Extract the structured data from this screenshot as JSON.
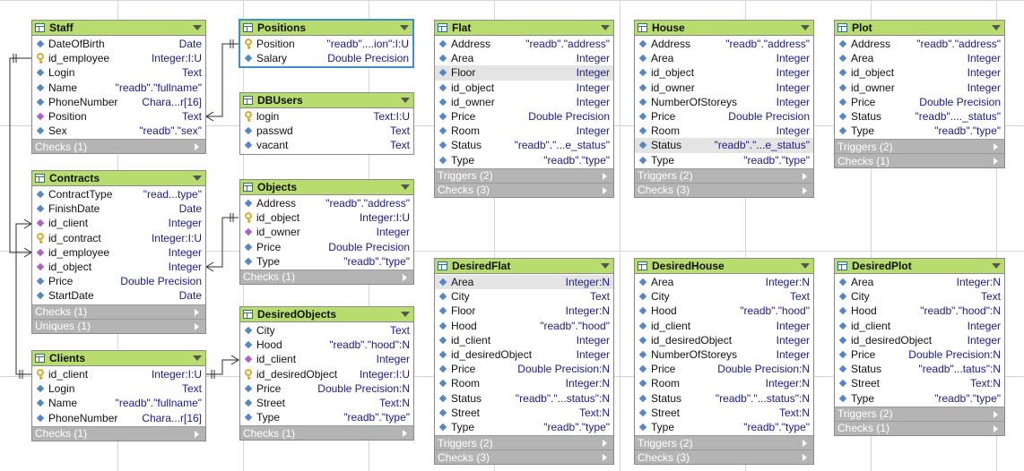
{
  "tables": {
    "staff": {
      "title": "Staff",
      "fields": [
        {
          "icon": "attribute-icon",
          "name": "DateOfBirth",
          "type": "Date"
        },
        {
          "icon": "key-icon",
          "name": "id_employee",
          "type": "Integer:I:U"
        },
        {
          "icon": "attribute-icon",
          "name": "Login",
          "type": "Text"
        },
        {
          "icon": "attribute-icon",
          "name": "Name",
          "type": "\"readb\".\"fullname\""
        },
        {
          "icon": "attribute-icon",
          "name": "PhoneNumber",
          "type": "Chara...r[16]"
        },
        {
          "icon": "foreign-key-icon",
          "name": "Position",
          "type": "Text"
        },
        {
          "icon": "attribute-icon",
          "name": "Sex",
          "type": "\"readb\".\"sex\""
        }
      ],
      "sections": [
        "Checks (1)"
      ]
    },
    "positions": {
      "title": "Positions",
      "fields": [
        {
          "icon": "key-icon",
          "name": "Position",
          "type": "\"readb\"....ion\":I:U"
        },
        {
          "icon": "attribute-icon",
          "name": "Salary",
          "type": "Double Precision"
        }
      ],
      "sections": []
    },
    "dbusers": {
      "title": "DBUsers",
      "fields": [
        {
          "icon": "key-icon",
          "name": "login",
          "type": "Text:I:U"
        },
        {
          "icon": "attribute-icon",
          "name": "passwd",
          "type": "Text"
        },
        {
          "icon": "attribute-icon",
          "name": "vacant",
          "type": "Text"
        }
      ],
      "sections": []
    },
    "contracts": {
      "title": "Contracts",
      "fields": [
        {
          "icon": "attribute-icon",
          "name": "ContractType",
          "type": "\"read...type\""
        },
        {
          "icon": "attribute-icon",
          "name": "FinishDate",
          "type": "Date"
        },
        {
          "icon": "foreign-key-icon",
          "name": "id_client",
          "type": "Integer"
        },
        {
          "icon": "key-icon",
          "name": "id_contract",
          "type": "Integer:I:U"
        },
        {
          "icon": "foreign-key-icon",
          "name": "id_employee",
          "type": "Integer"
        },
        {
          "icon": "foreign-key-icon",
          "name": "id_object",
          "type": "Integer"
        },
        {
          "icon": "attribute-icon",
          "name": "Price",
          "type": "Double Precision"
        },
        {
          "icon": "attribute-icon",
          "name": "StartDate",
          "type": "Date"
        }
      ],
      "sections": [
        "Checks (1)",
        "Uniques (1)"
      ]
    },
    "objects": {
      "title": "Objects",
      "fields": [
        {
          "icon": "attribute-icon",
          "name": "Address",
          "type": "\"readb\".\"address\""
        },
        {
          "icon": "key-icon",
          "name": "id_object",
          "type": "Integer:I:U"
        },
        {
          "icon": "foreign-key-icon",
          "name": "id_owner",
          "type": "Integer"
        },
        {
          "icon": "attribute-icon",
          "name": "Price",
          "type": "Double Precision"
        },
        {
          "icon": "attribute-icon",
          "name": "Type",
          "type": "\"readb\".\"type\""
        }
      ],
      "sections": [
        "Checks (1)"
      ]
    },
    "desiredobjects": {
      "title": "DesiredObjects",
      "fields": [
        {
          "icon": "attribute-icon",
          "name": "City",
          "type": "Text"
        },
        {
          "icon": "attribute-icon",
          "name": "Hood",
          "type": "\"readb\".\"hood\":N"
        },
        {
          "icon": "foreign-key-icon",
          "name": "id_client",
          "type": "Integer"
        },
        {
          "icon": "key-icon",
          "name": "id_desiredObject",
          "type": "Integer:I:U"
        },
        {
          "icon": "attribute-icon",
          "name": "Price",
          "type": "Double Precision:N"
        },
        {
          "icon": "attribute-icon",
          "name": "Street",
          "type": "Text:N"
        },
        {
          "icon": "attribute-icon",
          "name": "Type",
          "type": "\"readb\".\"type\""
        }
      ],
      "sections": [
        "Checks (1)"
      ]
    },
    "clients": {
      "title": "Clients",
      "fields": [
        {
          "icon": "key-icon",
          "name": "id_client",
          "type": "Integer:I:U"
        },
        {
          "icon": "attribute-icon",
          "name": "Login",
          "type": "Text"
        },
        {
          "icon": "attribute-icon",
          "name": "Name",
          "type": "\"readb\".\"fullname\""
        },
        {
          "icon": "attribute-icon",
          "name": "PhoneNumber",
          "type": "Chara...r[16]"
        }
      ],
      "sections": [
        "Checks (1)"
      ]
    },
    "flat": {
      "title": "Flat",
      "fields": [
        {
          "icon": "attribute-icon",
          "name": "Address",
          "type": "\"readb\".\"address\""
        },
        {
          "icon": "attribute-icon",
          "name": "Area",
          "type": "Integer"
        },
        {
          "icon": "attribute-icon",
          "name": "Floor",
          "type": "Integer",
          "hl": true
        },
        {
          "icon": "attribute-icon",
          "name": "id_object",
          "type": "Integer"
        },
        {
          "icon": "attribute-icon",
          "name": "id_owner",
          "type": "Integer"
        },
        {
          "icon": "attribute-icon",
          "name": "Price",
          "type": "Double Precision"
        },
        {
          "icon": "attribute-icon",
          "name": "Room",
          "type": "Integer"
        },
        {
          "icon": "attribute-icon",
          "name": "Status",
          "type": "\"readb\".\"...e_status\""
        },
        {
          "icon": "attribute-icon",
          "name": "Type",
          "type": "\"readb\".\"type\""
        }
      ],
      "sections": [
        "Triggers (2)",
        "Checks (3)"
      ]
    },
    "house": {
      "title": "House",
      "fields": [
        {
          "icon": "attribute-icon",
          "name": "Address",
          "type": "\"readb\".\"address\""
        },
        {
          "icon": "attribute-icon",
          "name": "Area",
          "type": "Integer"
        },
        {
          "icon": "attribute-icon",
          "name": "id_object",
          "type": "Integer"
        },
        {
          "icon": "attribute-icon",
          "name": "id_owner",
          "type": "Integer"
        },
        {
          "icon": "attribute-icon",
          "name": "NumberOfStoreys",
          "type": "Integer"
        },
        {
          "icon": "attribute-icon",
          "name": "Price",
          "type": "Double Precision"
        },
        {
          "icon": "attribute-icon",
          "name": "Room",
          "type": "Integer"
        },
        {
          "icon": "attribute-icon",
          "name": "Status",
          "type": "\"readb\".\"...e_status\"",
          "hl": true
        },
        {
          "icon": "attribute-icon",
          "name": "Type",
          "type": "\"readb\".\"type\""
        }
      ],
      "sections": [
        "Triggers (2)",
        "Checks (3)"
      ]
    },
    "plot": {
      "title": "Plot",
      "fields": [
        {
          "icon": "attribute-icon",
          "name": "Address",
          "type": "\"readb\".\"address\""
        },
        {
          "icon": "attribute-icon",
          "name": "Area",
          "type": "Integer"
        },
        {
          "icon": "attribute-icon",
          "name": "id_object",
          "type": "Integer"
        },
        {
          "icon": "attribute-icon",
          "name": "id_owner",
          "type": "Integer"
        },
        {
          "icon": "attribute-icon",
          "name": "Price",
          "type": "Double Precision"
        },
        {
          "icon": "attribute-icon",
          "name": "Status",
          "type": "\"readb\"...._status\""
        },
        {
          "icon": "attribute-icon",
          "name": "Type",
          "type": "\"readb\".\"type\""
        }
      ],
      "sections": [
        "Triggers (2)",
        "Checks (1)"
      ]
    },
    "desiredflat": {
      "title": "DesiredFlat",
      "fields": [
        {
          "icon": "attribute-icon",
          "name": "Area",
          "type": "Integer:N",
          "hl": true
        },
        {
          "icon": "attribute-icon",
          "name": "City",
          "type": "Text"
        },
        {
          "icon": "attribute-icon",
          "name": "Floor",
          "type": "Integer:N"
        },
        {
          "icon": "attribute-icon",
          "name": "Hood",
          "type": "\"readb\".\"hood\""
        },
        {
          "icon": "attribute-icon",
          "name": "id_client",
          "type": "Integer"
        },
        {
          "icon": "attribute-icon",
          "name": "id_desiredObject",
          "type": "Integer"
        },
        {
          "icon": "attribute-icon",
          "name": "Price",
          "type": "Double Precision:N"
        },
        {
          "icon": "attribute-icon",
          "name": "Room",
          "type": "Integer:N"
        },
        {
          "icon": "attribute-icon",
          "name": "Status",
          "type": "\"readb\".\"...status\":N"
        },
        {
          "icon": "attribute-icon",
          "name": "Street",
          "type": "Text:N"
        },
        {
          "icon": "attribute-icon",
          "name": "Type",
          "type": "\"readb\".\"type\""
        }
      ],
      "sections": [
        "Triggers (2)",
        "Checks (3)"
      ]
    },
    "desiredhouse": {
      "title": "DesiredHouse",
      "fields": [
        {
          "icon": "attribute-icon",
          "name": "Area",
          "type": "Integer:N"
        },
        {
          "icon": "attribute-icon",
          "name": "City",
          "type": "Text"
        },
        {
          "icon": "attribute-icon",
          "name": "Hood",
          "type": "\"readb\".\"hood\""
        },
        {
          "icon": "attribute-icon",
          "name": "id_client",
          "type": "Integer"
        },
        {
          "icon": "attribute-icon",
          "name": "id_desiredObject",
          "type": "Integer"
        },
        {
          "icon": "attribute-icon",
          "name": "NumberOfStoreys",
          "type": "Integer"
        },
        {
          "icon": "attribute-icon",
          "name": "Price",
          "type": "Double Precision:N"
        },
        {
          "icon": "attribute-icon",
          "name": "Room",
          "type": "Integer:N"
        },
        {
          "icon": "attribute-icon",
          "name": "Status",
          "type": "\"readb\".\"...status\":N"
        },
        {
          "icon": "attribute-icon",
          "name": "Street",
          "type": "Text:N"
        },
        {
          "icon": "attribute-icon",
          "name": "Type",
          "type": "\"readb\".\"type\""
        }
      ],
      "sections": [
        "Triggers (2)",
        "Checks (3)"
      ]
    },
    "desiredplot": {
      "title": "DesiredPlot",
      "fields": [
        {
          "icon": "attribute-icon",
          "name": "Area",
          "type": "Integer:N"
        },
        {
          "icon": "attribute-icon",
          "name": "City",
          "type": "Text"
        },
        {
          "icon": "attribute-icon",
          "name": "Hood",
          "type": "\"readb\".\"hood\":N"
        },
        {
          "icon": "attribute-icon",
          "name": "id_client",
          "type": "Integer"
        },
        {
          "icon": "attribute-icon",
          "name": "id_desiredObject",
          "type": "Integer"
        },
        {
          "icon": "attribute-icon",
          "name": "Price",
          "type": "Double Precision:N"
        },
        {
          "icon": "attribute-icon",
          "name": "Status",
          "type": "\"readb\"...tatus\":N"
        },
        {
          "icon": "attribute-icon",
          "name": "Street",
          "type": "Text:N"
        },
        {
          "icon": "attribute-icon",
          "name": "Type",
          "type": "\"readb\".\"type\""
        }
      ],
      "sections": [
        "Triggers (2)",
        "Checks (1)"
      ]
    }
  },
  "colors": {
    "header": "#b8dc6e",
    "section": "#b4b4b4",
    "type_text": "#1a1a8a",
    "connector": "#2b2b2b",
    "selected_border": "#3f8fd0",
    "key_icon": "#d9a520",
    "attribute_icon": "#5586c8",
    "foreign_key_icon": "#b25fc7"
  }
}
